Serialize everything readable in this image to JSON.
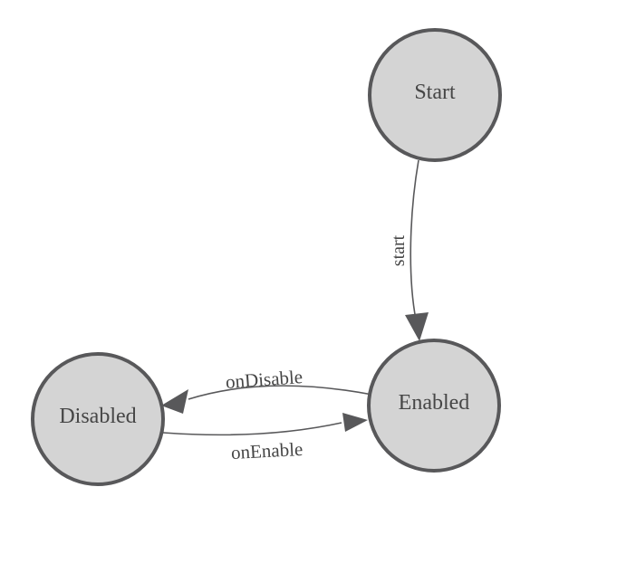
{
  "diagram": {
    "type": "state-machine",
    "nodes": [
      {
        "id": "start",
        "label": "Start"
      },
      {
        "id": "enabled",
        "label": "Enabled"
      },
      {
        "id": "disabled",
        "label": "Disabled"
      }
    ],
    "edges": [
      {
        "from": "Start",
        "to": "Enabled",
        "label": "start"
      },
      {
        "from": "Enabled",
        "to": "Disabled",
        "label": "onDisable"
      },
      {
        "from": "Disabled",
        "to": "Enabled",
        "label": "onEnable"
      }
    ],
    "colors": {
      "background": "#ffffff",
      "node_fill": "#d4d4d4",
      "node_stroke": "#58585a",
      "edge_stroke": "#58585a",
      "arrow_fill": "#58585a",
      "text": "#464646"
    }
  }
}
